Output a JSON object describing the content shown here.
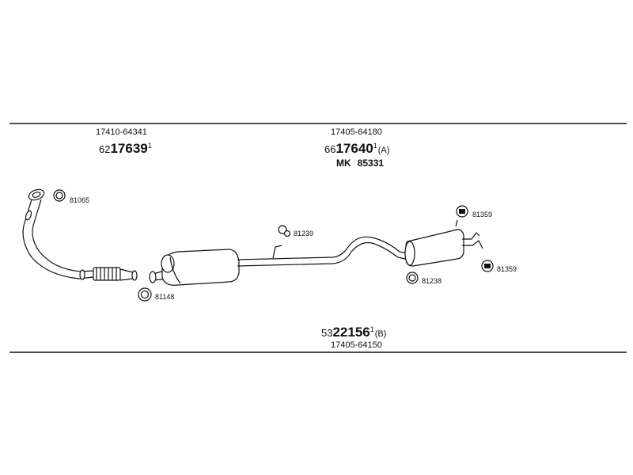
{
  "top_left": {
    "part_no": "17410-64341",
    "prefix": "62",
    "main_no": "17639",
    "suffix": "1"
  },
  "top_center": {
    "part_no": "17405-64180",
    "prefix": "66",
    "main_no": "17640",
    "suffix": "1",
    "variant": "(A)",
    "mk_label": "MK",
    "mk_no": "85331"
  },
  "bottom_center": {
    "prefix": "53",
    "main_no": "22156",
    "suffix": "1",
    "variant": "(B)",
    "part_no": "17405-64150"
  },
  "callouts": {
    "gasket_front": "81065",
    "ring_front": "81148",
    "hanger_mid": "81239",
    "rubber_top": "81359",
    "rubber_bottom": "81359",
    "ring_rear": "81238"
  }
}
